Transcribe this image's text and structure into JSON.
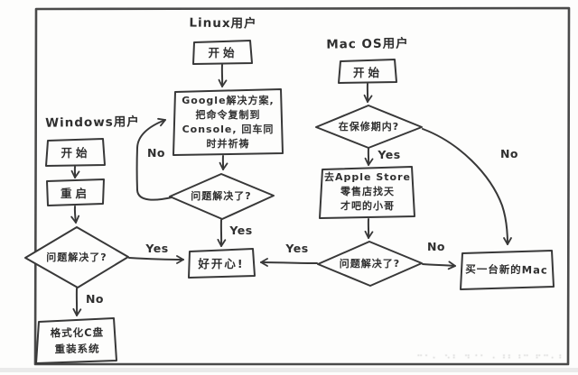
{
  "colors": {
    "ink": "#383838",
    "frame": "#4a4a4a",
    "background": "#fdfdfc",
    "watermark": "#c2c2c2"
  },
  "shared": {
    "happy": "好开心!"
  },
  "windows": {
    "title": "Windows用户",
    "start": "开始",
    "restart": "重启",
    "question": "问题解决了?",
    "yes": "Yes",
    "no": "No",
    "format_line1": "格式化C盘",
    "format_line2": "重装系统"
  },
  "linux": {
    "title": "Linux用户",
    "start": "开始",
    "google_line1": "Google解决方案,",
    "google_line2": "把命令复制到",
    "google_line3": "Console, 回车同",
    "google_line4": "时并祈祷",
    "question": "问题解决了?",
    "yes": "Yes",
    "no": "No"
  },
  "mac": {
    "title": "Mac OS用户",
    "start": "开始",
    "warranty_question": "在保修期内?",
    "warranty_yes": "Yes",
    "warranty_no": "No",
    "store_line1": "去Apple Store",
    "store_line2": "零售店找天",
    "store_line3": "才吧的小哥",
    "question": "问题解决了?",
    "yes": "Yes",
    "no": "No",
    "new_mac": "买一台新的Mac"
  },
  "watermark": "⠒⠂⠄ ⠢⠆ ⠲⠐⠂ ⠄⠰⠆⠰⠒ ⠖⠒⠄⠆"
}
